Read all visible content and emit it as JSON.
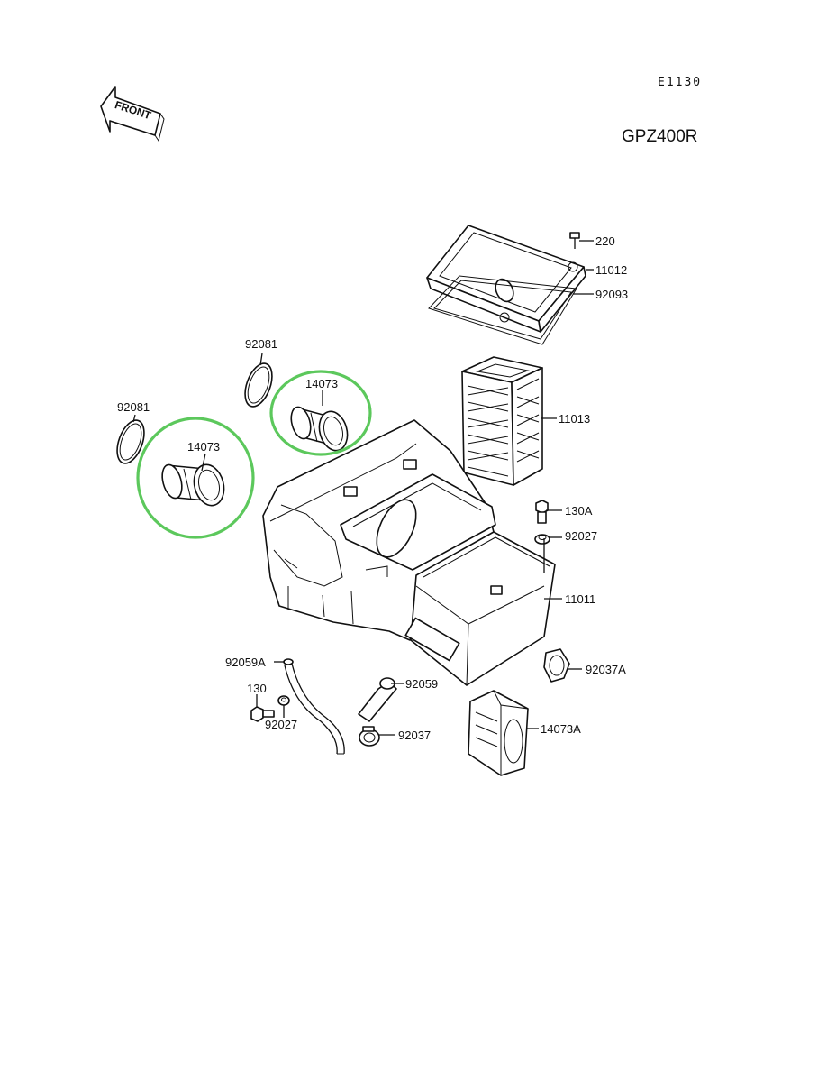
{
  "header": {
    "code": "E1130",
    "model": "GPZ400R",
    "front_label": "FRONT"
  },
  "colors": {
    "highlight": "#5cc85c",
    "ink": "#111111"
  },
  "labels": {
    "p220": "220",
    "p11012": "11012",
    "p92093": "92093",
    "p11013": "11013",
    "p92081_top": "92081",
    "p92081_left": "92081",
    "p14073_top": "14073",
    "p14073_left": "14073",
    "p130A": "130A",
    "p92027_right": "92027",
    "p11011": "11011",
    "p92037A": "92037A",
    "p92059A": "92059A",
    "p92059": "92059",
    "p130": "130",
    "p92027_left": "92027",
    "p92037": "92037",
    "p14073A": "14073A"
  }
}
